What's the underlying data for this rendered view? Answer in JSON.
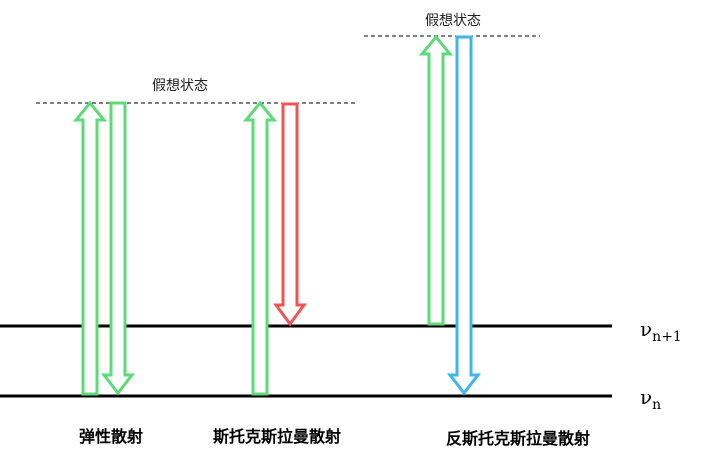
{
  "virtual_state_left": "假想状态",
  "virtual_state_right": "假想状态",
  "level_upper": {
    "symbol": "ν",
    "subscript": "n+1"
  },
  "level_lower": {
    "symbol": "ν",
    "subscript": "n"
  },
  "processes": [
    {
      "label": "弹性散射"
    },
    {
      "label": "斯托克斯拉曼散射"
    },
    {
      "label": "反斯托克斯拉曼散射"
    }
  ],
  "colors": {
    "excitation": "#5fd97a",
    "elastic_emission": "#5fd97a",
    "stokes_emission": "#f05555",
    "anti_stokes_emission": "#3fb4f0",
    "level_line": "#000000",
    "dashed_line": "#000000"
  }
}
